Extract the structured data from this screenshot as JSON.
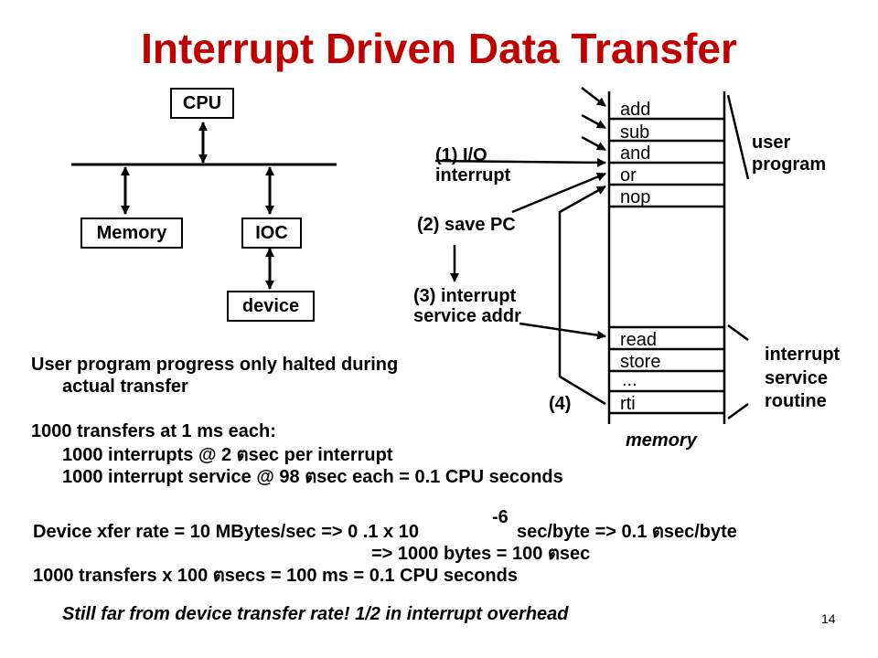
{
  "title": "Interrupt Driven Data Transfer",
  "system": {
    "cpu": "CPU",
    "memory": "Memory",
    "ioc": "IOC",
    "device": "device"
  },
  "memory_map": {
    "user_cells": [
      "add",
      "sub",
      "and",
      "or",
      "nop"
    ],
    "isr_cells": [
      "read",
      "store",
      "...",
      "rti"
    ],
    "footer": "memory",
    "user_program_label": [
      "user",
      "program"
    ],
    "isr_label": [
      "interrupt",
      "service",
      "routine"
    ]
  },
  "steps": {
    "step1": [
      "(1) I/O",
      "interrupt"
    ],
    "step2": "(2) save PC",
    "step3": [
      "(3) interrupt",
      "service addr"
    ],
    "step4": "(4)"
  },
  "text": {
    "p1_line1": "User program progress only halted during",
    "p1_line2": "actual transfer",
    "p2_line1": "1000 transfers at 1 ms each:",
    "p2_line2": "1000 interrupts @ 2 ตsec per interrupt",
    "p2_line3": "1000 interrupt service @ 98 ตsec each = 0.1 CPU seconds",
    "exponent": "-6",
    "d1": "Device xfer rate = 10 MBytes/sec => 0 .1 x 10",
    "d1b": "sec/byte => 0.1 ตsec/byte",
    "d2": "=> 1000 bytes = 100 ตsec",
    "d3": "1000 transfers x 100 ตsecs = 100 ms = 0.1 CPU seconds",
    "conclusion": "Still far from device transfer rate! 1/2 in interrupt overhead"
  },
  "page_number": "14",
  "colors": {
    "title": "#c00000",
    "ink": "#000000"
  }
}
